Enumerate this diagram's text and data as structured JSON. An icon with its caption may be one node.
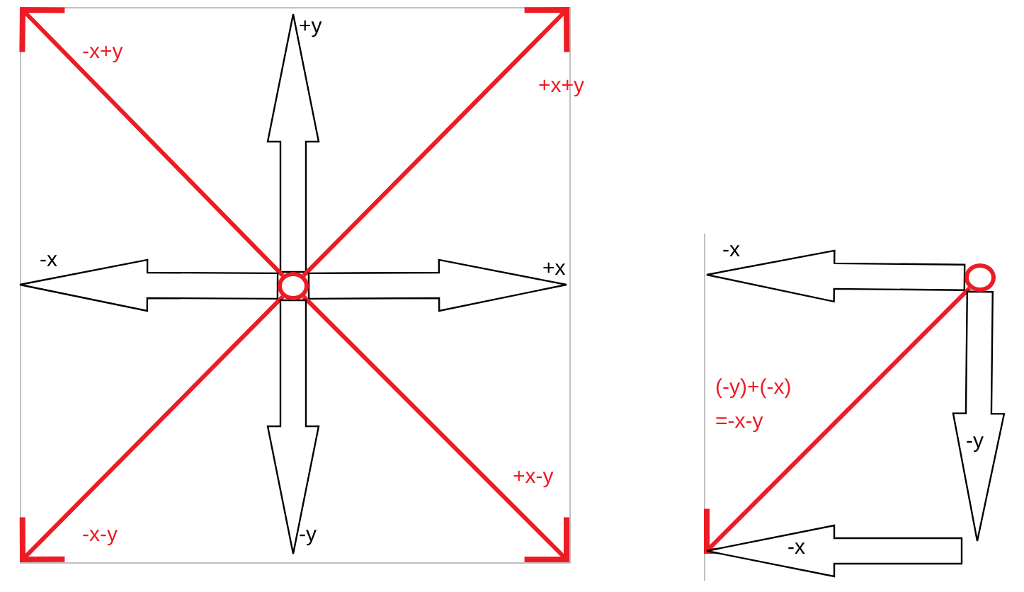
{
  "diagram": {
    "nodes": [
      {
        "text": [],
        "shape": "circle"
      },
      {
        "text": [],
        "shape": "circle"
      }
    ],
    "edges": [
      {
        "from": 0,
        "to": null,
        "arrow": "to",
        "label": "+y",
        "style": "thick"
      },
      {
        "from": 0,
        "to": null,
        "arrow": "to",
        "label": "-x+y",
        "color": "#ed1c24"
      },
      {
        "from": 0,
        "to": null,
        "arrow": "to",
        "label": "+x+y",
        "color": "#ed1c24"
      },
      {
        "from": 0,
        "to": null,
        "arrow": "to",
        "label": "-x",
        "style": "thick"
      },
      {
        "from": 0,
        "to": null,
        "arrow": "to",
        "label": "+x",
        "style": "thick"
      },
      {
        "from": 0,
        "to": null,
        "arrow": "to",
        "label": "+x-y",
        "color": "#ed1c24"
      },
      {
        "from": 0,
        "to": null,
        "arrow": "to",
        "label": "-x-y",
        "color": "#ed1c24"
      },
      {
        "from": 0,
        "to": null,
        "arrow": "to",
        "label": "-y",
        "style": "thick"
      },
      {
        "from": 1,
        "to": null,
        "arrow": "to",
        "label": "-x",
        "style": "thick"
      },
      {
        "from": 1,
        "to": null,
        "arrow": "to",
        "label": "(-y)+(-x) =-x-y",
        "color": "#ed1c24"
      },
      {
        "from": 1,
        "to": null,
        "arrow": "to",
        "label": "-y",
        "style": "thick"
      }
    ],
    "labels": [
      "-x"
    ]
  }
}
